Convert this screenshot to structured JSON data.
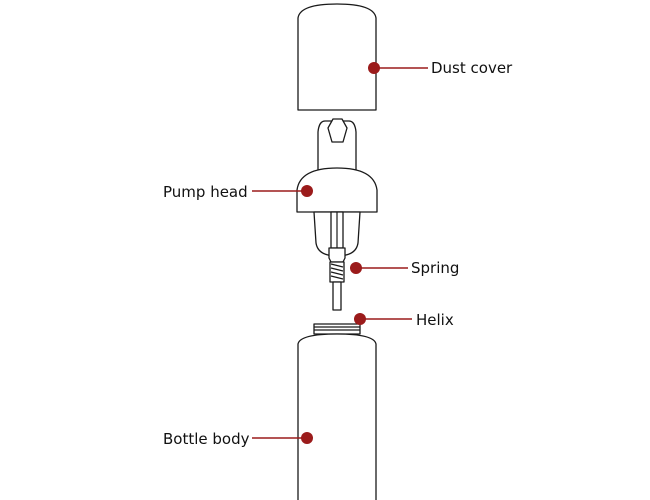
{
  "labels": {
    "dust_cover": "Dust cover",
    "pump_head": "Pump head",
    "spring": "Spring",
    "helix": "Helix",
    "bottle_body": "Bottle body"
  },
  "colors": {
    "leader": "#9b1b1b",
    "outline": "#1a1a1a",
    "background": "#ffffff"
  }
}
